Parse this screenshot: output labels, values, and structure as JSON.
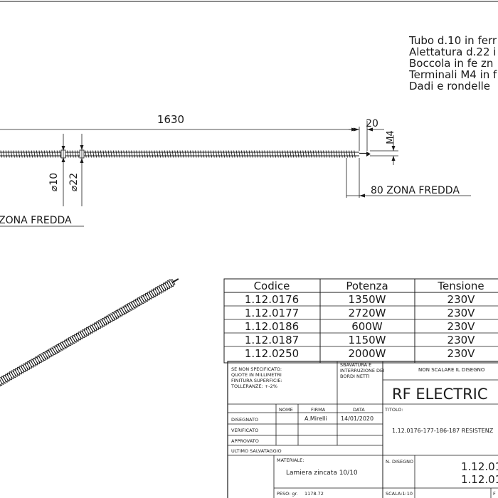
{
  "notes": [
    "Tubo d.10 in ferr",
    "Alettatura d.22 i",
    "Boccola in fe zn",
    "Terminali M4 in f",
    "Dadi e rondelle"
  ],
  "dimensions": {
    "length": "1630",
    "end_length": "20",
    "thread": "M4",
    "tube_diameter": "⌀10",
    "fin_diameter": "⌀22",
    "cold_zone_right": "80 ZONA FREDDA",
    "cold_zone_left": "ZONA FREDDA"
  },
  "variants_table": {
    "headers": [
      "Codice",
      "Potenza",
      "Tensione"
    ],
    "rows": [
      [
        "1.12.0176",
        "1350W",
        "230V"
      ],
      [
        "1.12.0177",
        "2720W",
        "230V"
      ],
      [
        "1.12.0186",
        "600W",
        "230V"
      ],
      [
        "1.12.0187",
        "1150W",
        "230V"
      ],
      [
        "1.12.0250",
        "2000W",
        "230V"
      ]
    ]
  },
  "title_block": {
    "spec_note": [
      "SE NON SPECIFICATO:",
      "QUOTE IN MILLIMETRI",
      "FINITURA SUPERFICIE:",
      "TOLLERANZE: +-2%"
    ],
    "deburr_note": [
      "SBAVATURA E",
      "INTERRUZIONE DEI",
      "BORDI NETTI"
    ],
    "no_scale": "NON SCALARE IL DISEGNO",
    "company": "RF ELECTRIC",
    "col_nome": "NOME",
    "col_firma": "FIRMA",
    "col_data": "DATA",
    "titolo_label": "TITOLO:",
    "disegnato_label": "DISEGNATO",
    "disegnato_firma": "A.Mirelli",
    "disegnato_data": "14/01/2020",
    "verificato_label": "VERIFICATO",
    "approvato_label": "APPROVATO",
    "ultimo_label": "ULTIMO SALVATAGGIO",
    "title_value": "1.12.0176-177-186-187 RESISTENZ",
    "materiale_label": "MATERIALE:",
    "materiale_value": "Lamiera zincata 10/10",
    "n_disegno_label": "N. DISEGNO",
    "n_disegno_1": "1.12.01",
    "n_disegno_2": "1.12.01",
    "peso_label": "PESO: gr.",
    "peso_value": "1178.72",
    "scala": "SCALA:1:10",
    "foglio_label": "F"
  }
}
